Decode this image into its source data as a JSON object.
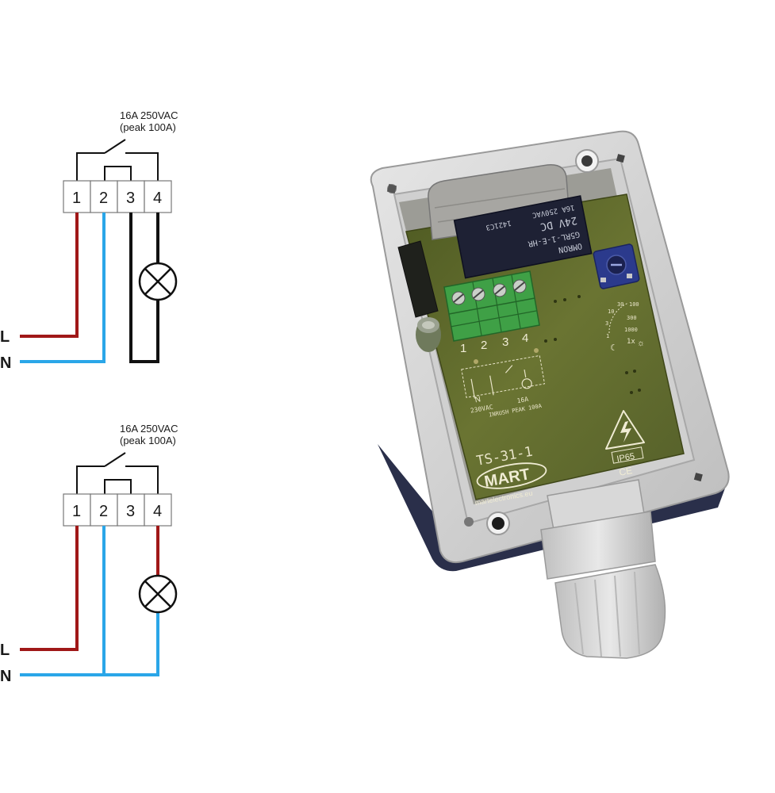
{
  "diagrams": [
    {
      "rating_line1": "16A 250VAC",
      "rating_line2": "(peak 100A)",
      "terminals": [
        "1",
        "2",
        "3",
        "4"
      ],
      "line_labels": [
        "L",
        "N"
      ]
    },
    {
      "rating_line1": "16A 250VAC",
      "rating_line2": "(peak 100A)",
      "terminals": [
        "1",
        "2",
        "3",
        "4"
      ],
      "line_labels": [
        "L",
        "N"
      ]
    }
  ],
  "device": {
    "terminal_numbers": [
      "1",
      "2",
      "3",
      "4"
    ],
    "pcb_labels": {
      "supply": "230VAC",
      "load": "16A",
      "inrush": "INRUSH PEAK 100A",
      "model": "TS-31-1",
      "brand": "MART",
      "website": "martelectronics.eu",
      "ip_rating": "IP65",
      "ce": "CE",
      "lux": "1x",
      "scale": [
        "10",
        "30",
        "100",
        "300",
        "1000",
        "1",
        "3"
      ]
    },
    "relay_labels": {
      "brand": "OMRON",
      "model": "G5RL-1-E-HR",
      "coil": "24V DC",
      "rating": "16A 250VAC",
      "code": "1421C3"
    }
  },
  "colors": {
    "live_wire": "#a01818",
    "neutral_wire": "#2aa6e8",
    "load_wire": "#111111",
    "enclosure": "#dcdcdc",
    "pcb": "#5f6a2c",
    "terminal_block": "#3fa046"
  }
}
